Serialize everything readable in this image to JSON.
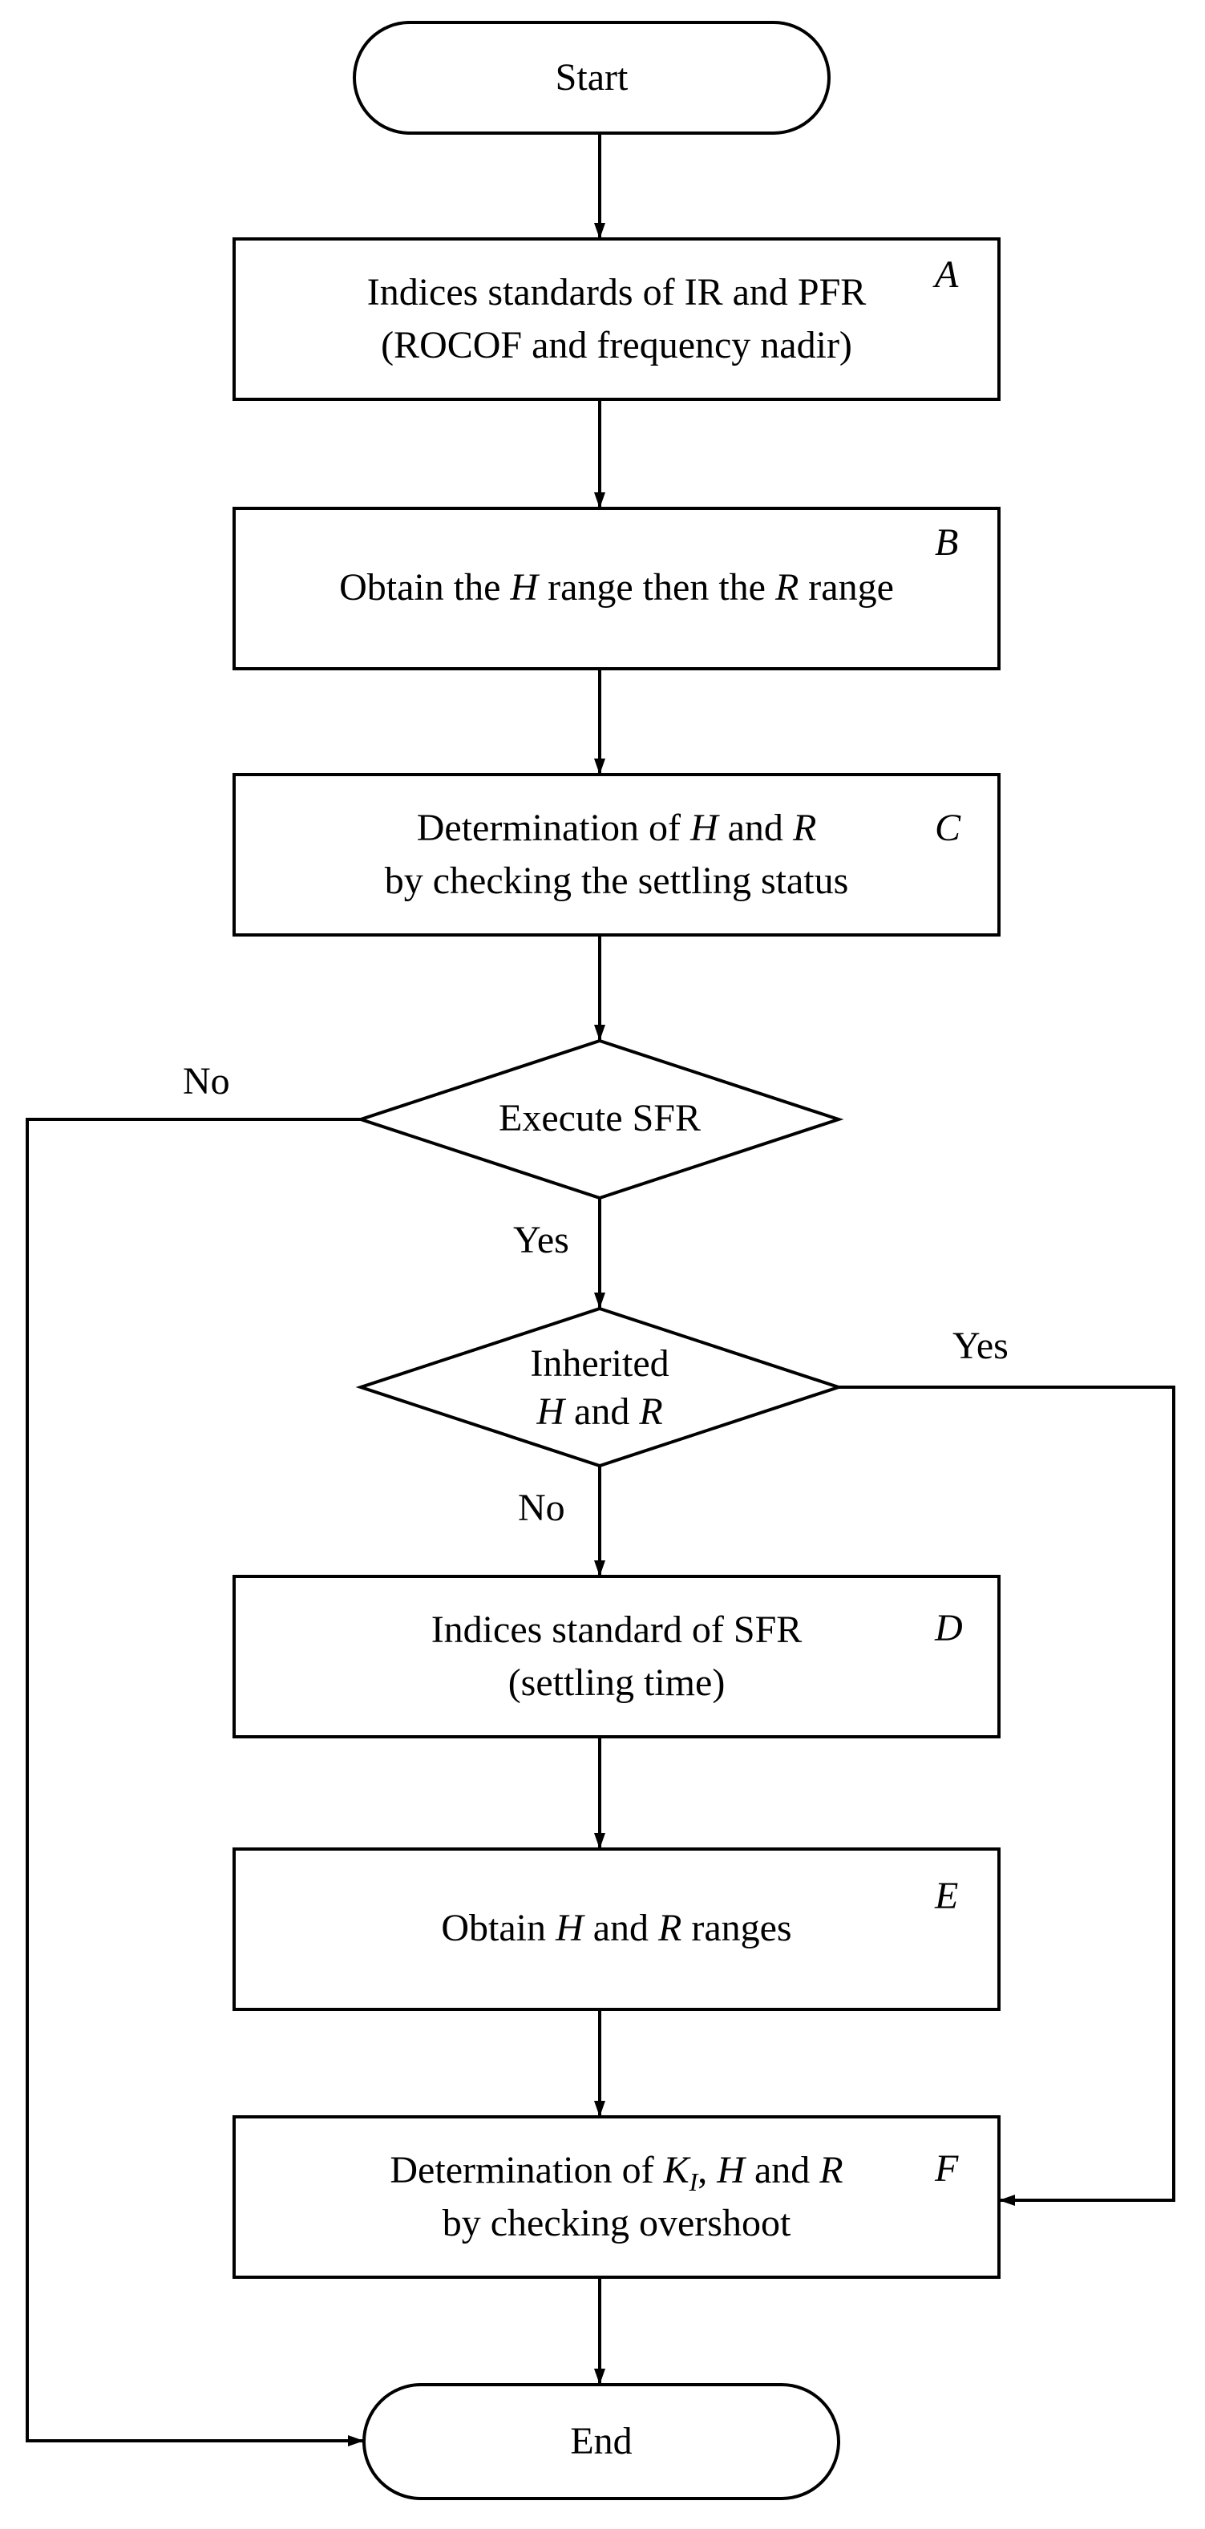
{
  "start": "Start",
  "end": "End",
  "step_a": {
    "letter": "A",
    "line1": "Indices standards of IR and PFR",
    "line2": "(ROCOF and frequency nadir)"
  },
  "step_b": {
    "letter": "B",
    "pre": "Obtain the ",
    "var1": "H",
    "mid": " range then the ",
    "var2": "R",
    "post": " range"
  },
  "step_c": {
    "letter": "C",
    "line1_pre": "Determination of ",
    "line1_var1": "H",
    "line1_mid": " and ",
    "line1_var2": "R",
    "line2": "by checking the settling status"
  },
  "decision_sfr": {
    "label": "Execute SFR",
    "yes": "Yes",
    "no": "No"
  },
  "decision_inherited": {
    "line1": "Inherited",
    "var1": "H",
    "mid": " and ",
    "var2": "R",
    "yes": "Yes",
    "no": "No"
  },
  "step_d": {
    "letter": "D",
    "line1": "Indices standard of SFR",
    "line2": "(settling time)"
  },
  "step_e": {
    "letter": "E",
    "pre": "Obtain ",
    "var1": "H",
    "mid": " and ",
    "var2": "R",
    "post": " ranges"
  },
  "step_f": {
    "letter": "F",
    "line1_pre": "Determination of ",
    "k": "K",
    "k_sub": "I",
    "sep": ", ",
    "var1": "H",
    "mid": " and ",
    "var2": "R",
    "line2": "by checking overshoot"
  }
}
